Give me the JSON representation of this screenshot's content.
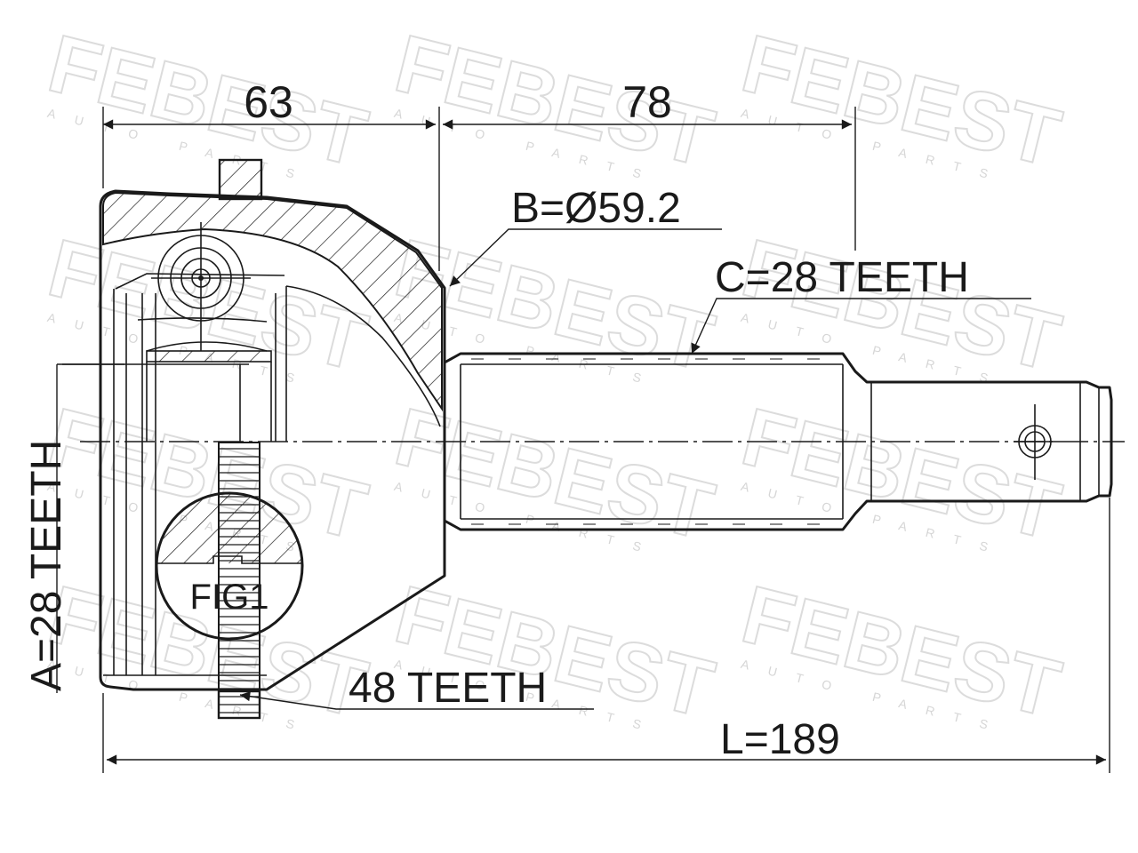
{
  "watermark": {
    "brand": "FEBEST",
    "tagline": "AUTO PARTS"
  },
  "dimensions": {
    "length_63": "63",
    "length_78": "78",
    "diameter_b": "B=Ø59.2",
    "spline_c": "C=28 TEETH",
    "spline_a": "A=28 TEETH",
    "abs_ring": "48 TEETH",
    "overall_length": "L=189",
    "figure_label": "FIG1"
  },
  "colors": {
    "ink": "#1a1a1a",
    "watermark": "#dcdcdc",
    "background": "#ffffff"
  }
}
